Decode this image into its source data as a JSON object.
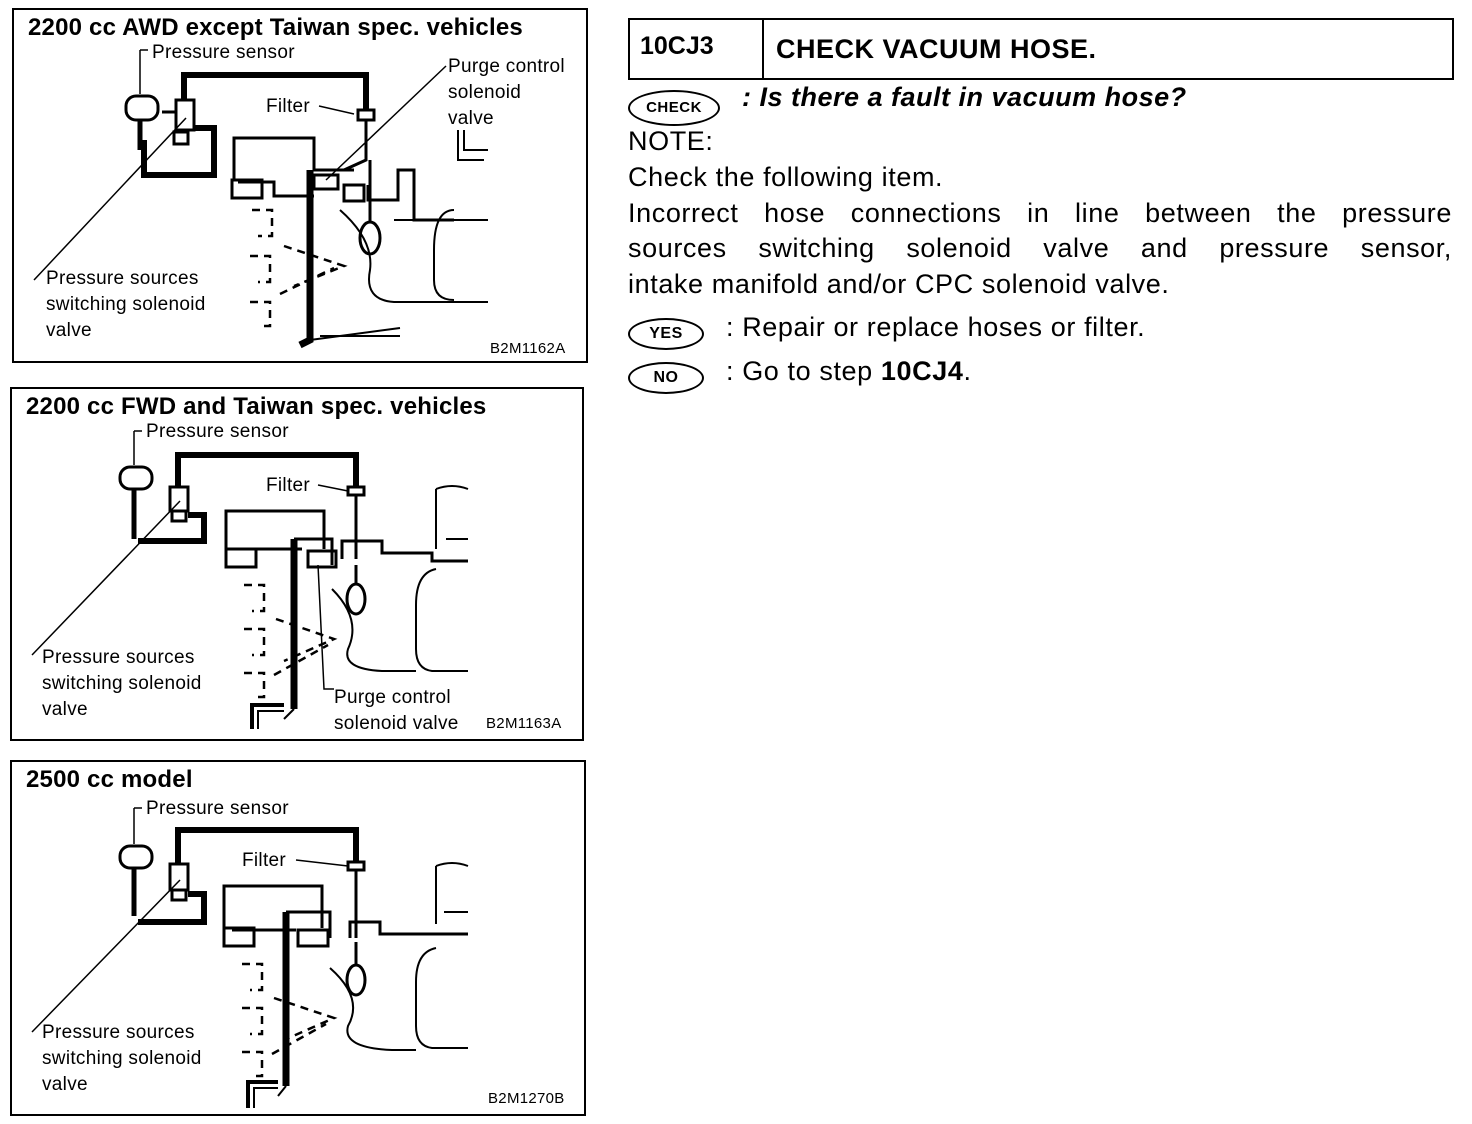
{
  "panels": [
    {
      "title": "2200 cc AWD except Taiwan spec. vehicles",
      "pressure_sensor": "Pressure sensor",
      "filter": "Filter",
      "purge": [
        "Purge control",
        "solenoid",
        "valve"
      ],
      "switching": [
        "Pressure sources",
        "switching solenoid",
        "valve"
      ],
      "code": "B2M1162A"
    },
    {
      "title": "2200 cc FWD and Taiwan spec. vehicles",
      "pressure_sensor": "Pressure sensor",
      "filter": "Filter",
      "purge": [
        "Purge control",
        "solenoid valve"
      ],
      "switching": [
        "Pressure sources",
        "switching solenoid",
        "valve"
      ],
      "code": "B2M1163A"
    },
    {
      "title": "2500 cc model",
      "pressure_sensor": "Pressure sensor",
      "filter": "Filter",
      "switching": [
        "Pressure sources",
        "switching solenoid",
        "valve"
      ],
      "code": "B2M1270B"
    }
  ],
  "step": {
    "id": "10CJ3",
    "title": "CHECK VACUUM HOSE.",
    "check_badge": "CHECK",
    "question": ": Is there a fault in vacuum hose?",
    "note_label": "NOTE:",
    "note_line1": "Check the following item.",
    "note_lines": [
      "Incorrect hose connections in line between the pressure",
      "sources switching solenoid valve and pressure sensor,"
    ],
    "note_last": "intake manifold and/or CPC solenoid valve.",
    "yes_badge": "YES",
    "yes_text": ":  Repair or replace hoses or filter.",
    "no_badge": "NO",
    "no_prefix": ":  Go to step ",
    "no_target": "10CJ4",
    "no_suffix": "."
  }
}
